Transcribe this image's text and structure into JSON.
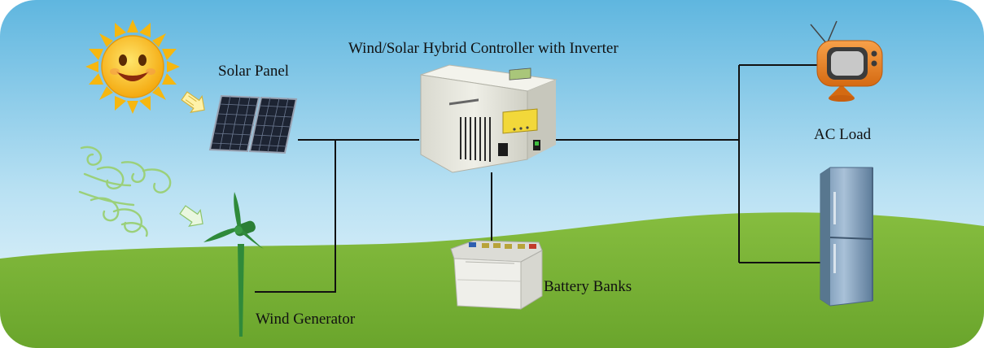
{
  "diagram": {
    "title": "Wind/Solar Hybrid Controller with Inverter",
    "labels": {
      "solar_panel": "Solar Panel",
      "wind_generator": "Wind Generator",
      "battery_banks": "Battery Banks",
      "ac_load": "AC Load"
    }
  },
  "colors": {
    "sky_top": "#64b8e0",
    "sky_bottom": "#e6f4fb",
    "grass": "#7fb83a",
    "grass_dark": "#5f9a26",
    "wire": "#111111",
    "sun": "#f7c21a",
    "wind_swirl": "#9bd07a"
  }
}
